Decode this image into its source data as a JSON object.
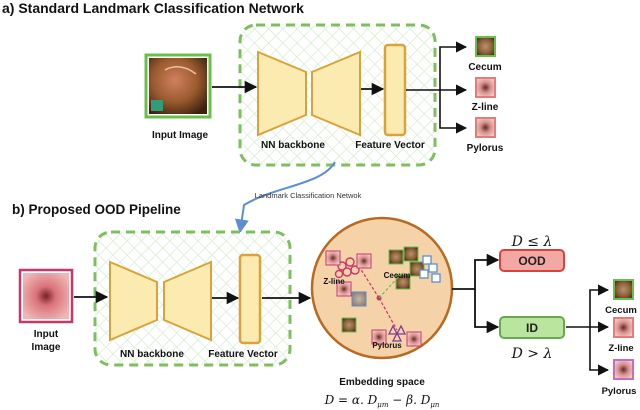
{
  "section_a": {
    "title": "a)  Standard Landmark Classification Network",
    "input_label": "Input Image",
    "backbone_label": "NN backbone",
    "feature_label": "Feature Vector",
    "outputs": [
      "Cecum",
      "Z-line",
      "Pylorus"
    ]
  },
  "connector_label": "Landmark Classification Netwok",
  "section_b": {
    "title": "b) Proposed OOD Pipeline",
    "input_label_line1": "Input",
    "input_label_line2": "Image",
    "backbone_label": "NN backbone",
    "feature_label": "Feature Vector",
    "embedding_labels": {
      "cecum": "Cecum",
      "zline": "Z-line",
      "pylorus": "Pylorus"
    },
    "embedding_title": "Embedding space",
    "equation": "D = α. D",
    "equation_sub1": "μm",
    "equation_mid": " − β. D",
    "equation_sub2": "μn",
    "ood_condition": "D ≤ λ",
    "id_condition": "D > λ",
    "ood_label": "OOD",
    "id_label": "ID",
    "outputs": [
      "Cecum",
      "Z-line",
      "Pylorus"
    ]
  },
  "colors": {
    "green_dash": "#7dbf5c",
    "trapezoid_fill": "#fcebb0",
    "trapezoid_stroke": "#d9a33a",
    "circle_fill": "#f6d2a9",
    "circle_stroke": "#b86a23",
    "ood_fill": "#f4a8a5",
    "ood_stroke": "#d9433c",
    "id_fill": "#b9e59e",
    "id_stroke": "#6aa84f",
    "connector": "#5b8fd0"
  }
}
